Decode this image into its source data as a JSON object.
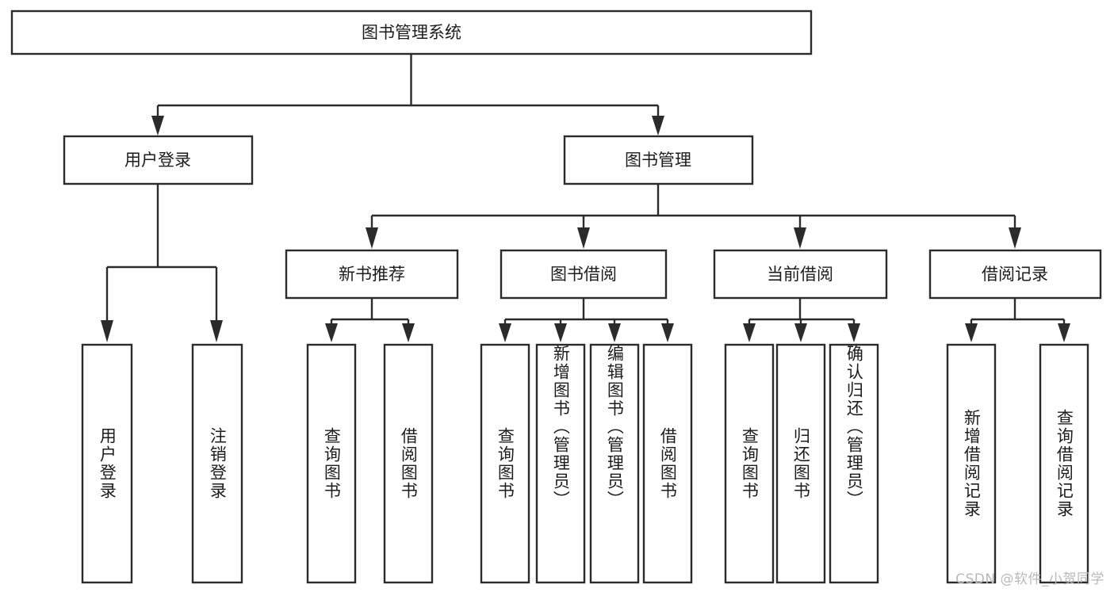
{
  "diagram": {
    "title": "图书管理系统",
    "type": "tree-hierarchy-chart",
    "root": {
      "id": "root",
      "label": "图书管理系统"
    },
    "level1": [
      {
        "id": "user-login",
        "label": "用户登录"
      },
      {
        "id": "book-manage",
        "label": "图书管理"
      }
    ],
    "level2": [
      {
        "id": "new-book-recommend",
        "label": "新书推荐",
        "parent": "book-manage"
      },
      {
        "id": "book-borrow",
        "label": "图书借阅",
        "parent": "book-manage"
      },
      {
        "id": "current-borrow",
        "label": "当前借阅",
        "parent": "book-manage"
      },
      {
        "id": "borrow-record",
        "label": "借阅记录",
        "parent": "book-manage"
      }
    ],
    "leaves": [
      {
        "id": "leaf-user-login",
        "label": "用户登录",
        "parent": "user-login"
      },
      {
        "id": "leaf-user-logout",
        "label": "注销登录",
        "parent": "user-login"
      },
      {
        "id": "leaf-query-book-1",
        "label": "查询图书",
        "parent": "new-book-recommend"
      },
      {
        "id": "leaf-borrow-book-1",
        "label": "借阅图书",
        "parent": "new-book-recommend"
      },
      {
        "id": "leaf-query-book-2",
        "label": "查询图书",
        "parent": "book-borrow"
      },
      {
        "id": "leaf-add-book",
        "label": "新增图书（管理员）",
        "parent": "book-borrow"
      },
      {
        "id": "leaf-edit-book",
        "label": "编辑图书（管理员）",
        "parent": "book-borrow"
      },
      {
        "id": "leaf-borrow-book-2",
        "label": "借阅图书",
        "parent": "book-borrow"
      },
      {
        "id": "leaf-query-book-3",
        "label": "查询图书",
        "parent": "current-borrow"
      },
      {
        "id": "leaf-return-book",
        "label": "归还图书",
        "parent": "current-borrow"
      },
      {
        "id": "leaf-confirm-return",
        "label": "确认归还（管理员）",
        "parent": "current-borrow"
      },
      {
        "id": "leaf-add-record",
        "label": "新增借阅记录",
        "parent": "borrow-record"
      },
      {
        "id": "leaf-query-record",
        "label": "查询借阅记录",
        "parent": "borrow-record"
      }
    ],
    "colors": {
      "stroke": "#2b2b2b",
      "fill": "#ffffff",
      "text": "#1c1c1c",
      "watermark": "#b9b9b9"
    }
  },
  "watermark": {
    "text": "CSDN @软件_小贺同学"
  }
}
